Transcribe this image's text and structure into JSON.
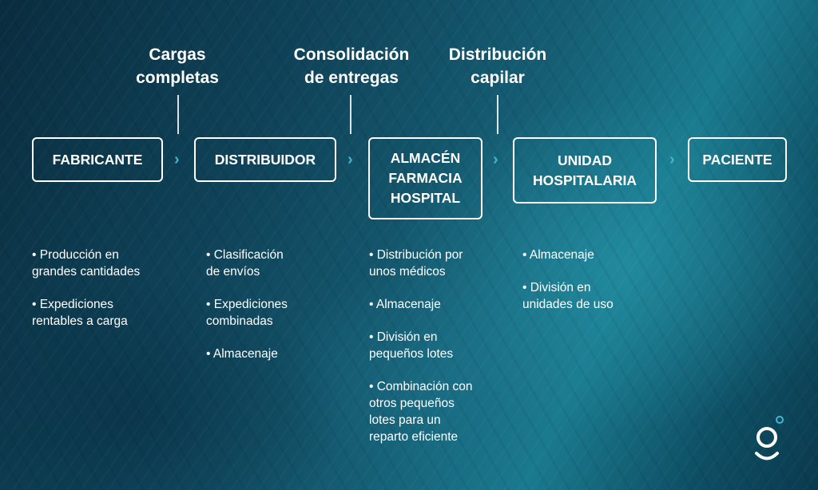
{
  "stages": [
    {
      "label": "Cargas\ncompletas"
    },
    {
      "label": "Consolidación\nde entregas"
    },
    {
      "label": "Distribución\ncapilar"
    }
  ],
  "boxes": [
    {
      "label": "FABRICANTE"
    },
    {
      "label": "DISTRIBUIDOR"
    },
    {
      "label": "ALMACÉN\nFARMACIA\nHOSPITAL"
    },
    {
      "label": "UNIDAD\nHOSPITALARIA"
    },
    {
      "label": "PACIENTE"
    }
  ],
  "arrow_glyph": "›",
  "columns": [
    {
      "items": [
        "• Producción en\ngrandes cantidades",
        "• Expediciones\nrentables a carga"
      ]
    },
    {
      "items": [
        "• Clasificación\nde envíos",
        "• Expediciones\ncombinadas",
        "• Almacenaje"
      ]
    },
    {
      "items": [
        "• Distribución por\nunos médicos",
        "• Almacenaje",
        "• División en\npequeños lotes",
        "• Combinación con\notros pequeños\nlotes para un\nreparto eficiente"
      ]
    },
    {
      "items": [
        "• Almacenaje",
        "• División en\nunidades de uso"
      ]
    }
  ],
  "colors": {
    "accent": "#3fb8d4",
    "background": "#0f4258",
    "text": "#ffffff"
  },
  "logo": {
    "icon": "g-logo-icon"
  }
}
